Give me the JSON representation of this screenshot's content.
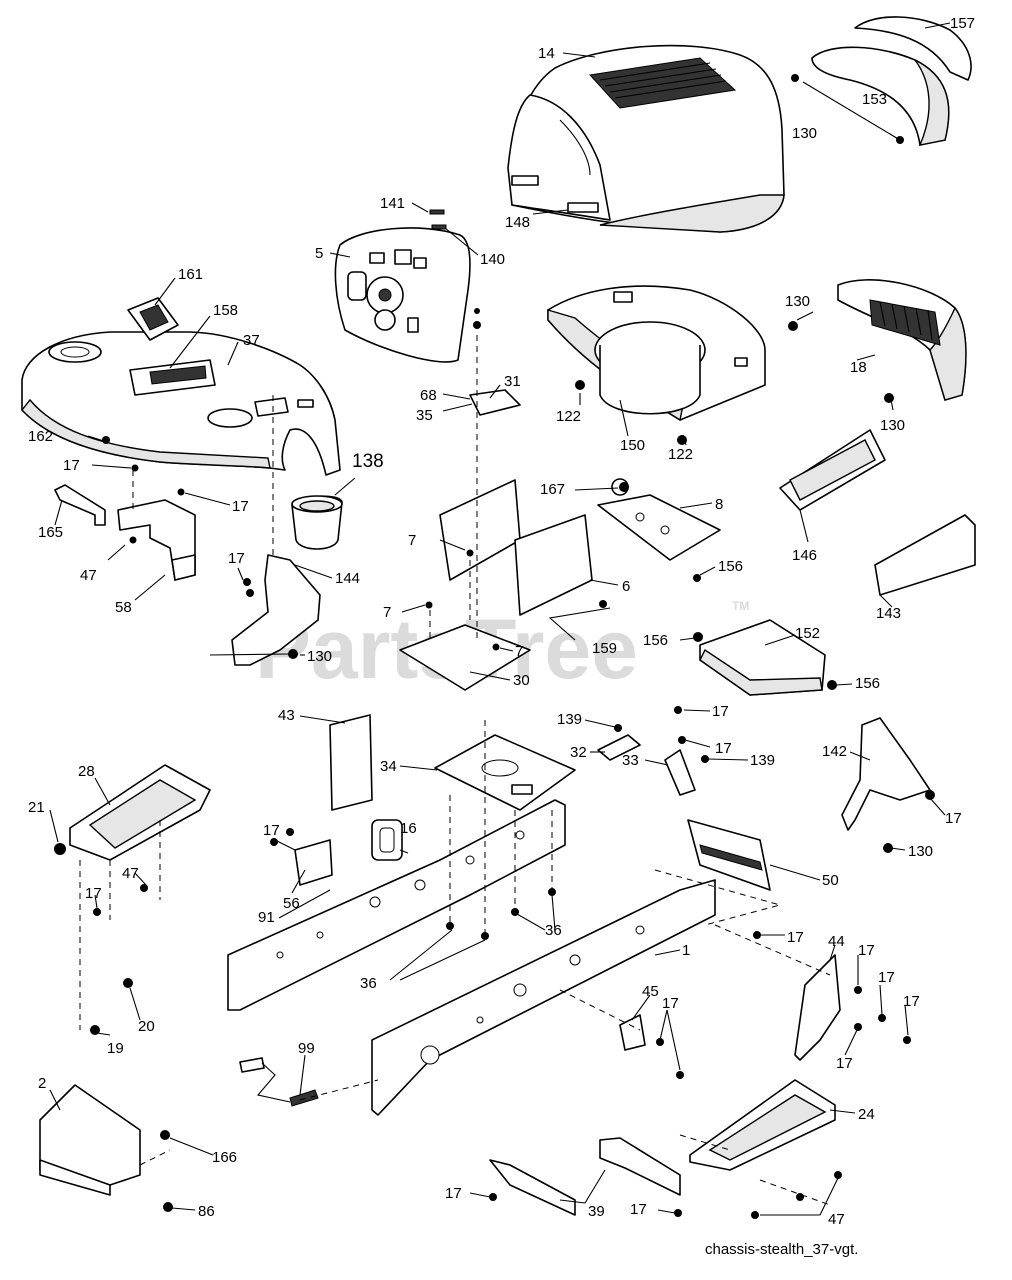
{
  "watermark": {
    "text": "PartsTree",
    "tm": "TM"
  },
  "footer": {
    "filename": "chassis-stealth_37-vgt."
  },
  "labels": {
    "l14": "14",
    "l157": "157",
    "l153": "153",
    "l130a": "130",
    "l148": "148",
    "l141": "141",
    "l5": "5",
    "l140": "140",
    "l161": "161",
    "l158": "158",
    "l37": "37",
    "l162": "162",
    "l17a": "17",
    "l17b": "17",
    "l165": "165",
    "l47a": "47",
    "l58": "58",
    "l138": "138",
    "l17c": "17",
    "l144": "144",
    "l130b": "130",
    "l68": "68",
    "l31": "31",
    "l35": "35",
    "l122a": "122",
    "l150": "150",
    "l122b": "122",
    "l130c": "130",
    "l18": "18",
    "l130d": "130",
    "l167": "167",
    "l8": "8",
    "l7a": "7",
    "l6": "6",
    "l156a": "156",
    "l7b": "7",
    "l159": "159",
    "l7c": "7",
    "l30": "30",
    "l146": "146",
    "l143": "143",
    "l156b": "156",
    "l152": "152",
    "l156c": "156",
    "l43": "43",
    "l139a": "139",
    "l17d": "17",
    "l17e": "17",
    "l32": "32",
    "l34": "34",
    "l33": "33",
    "l139b": "139",
    "l142": "142",
    "l17f": "17",
    "l130e": "130",
    "l28": "28",
    "l21": "21",
    "l47b": "47",
    "l17g": "17",
    "l16": "16",
    "l56": "56",
    "l17h": "17",
    "l91": "91",
    "l36a": "36",
    "l36b": "36",
    "l50": "50",
    "l17i": "17",
    "l44": "44",
    "l17j": "17",
    "l1": "1",
    "l17k": "17",
    "l17l": "17",
    "l45": "45",
    "l17m": "17",
    "l17n": "17",
    "l20": "20",
    "l19": "19",
    "l99": "99",
    "l2": "2",
    "l166": "166",
    "l86": "86",
    "l24": "24",
    "l17o": "17",
    "l39": "39",
    "l17p": "17",
    "l47c": "47"
  }
}
